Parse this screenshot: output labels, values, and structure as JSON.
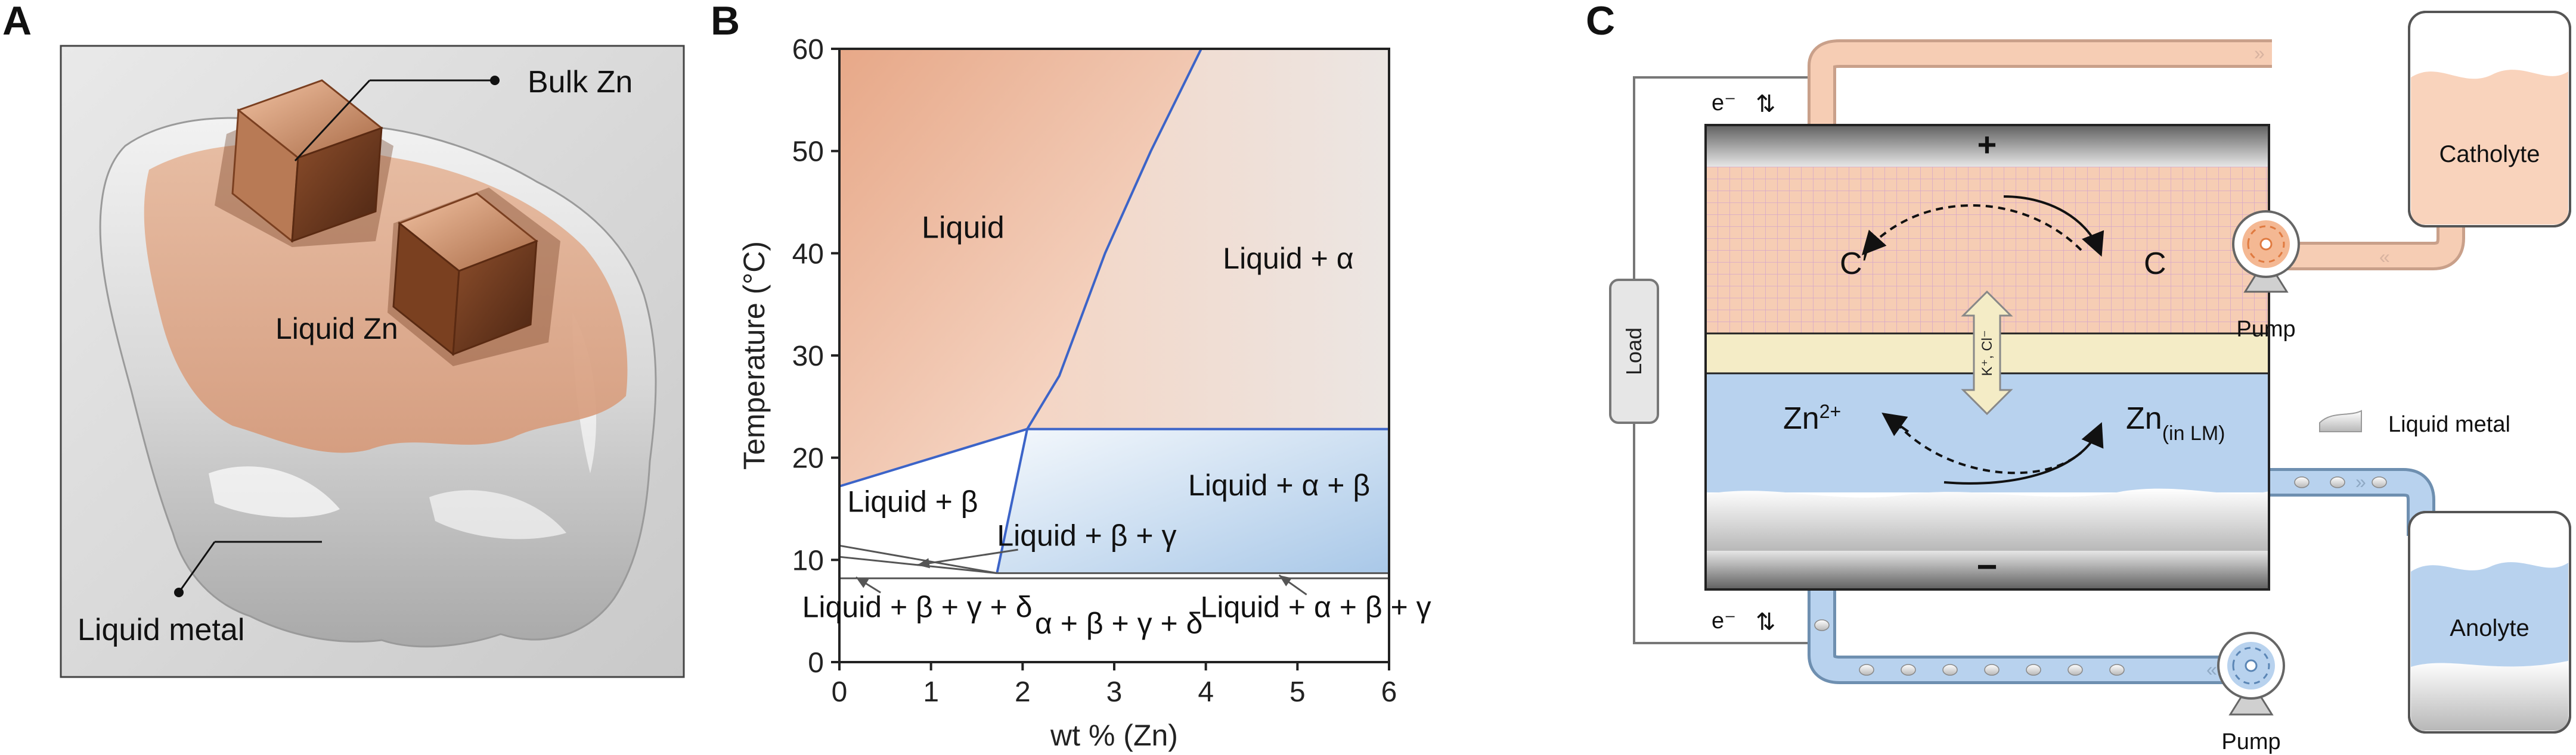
{
  "panel_a": {
    "letter": "A",
    "labels": {
      "bulk_zn": "Bulk Zn",
      "liquid_zn": "Liquid Zn",
      "liquid_metal": "Liquid metal"
    }
  },
  "panel_b": {
    "letter": "B",
    "region_labels": {
      "liquid": "Liquid",
      "liquid_alpha": "Liquid + α",
      "liquid_beta": "Liquid + β",
      "liquid_alpha_beta": "Liquid + α + β",
      "liquid_beta_gamma": "Liquid + β + γ",
      "liquid_beta_gamma_delta": "Liquid + β + γ + δ",
      "alpha_beta_gamma_delta": "α + β + γ + δ",
      "liquid_alpha_beta_gamma": "Liquid + α + β + γ"
    }
  },
  "panel_c": {
    "letter": "C",
    "labels": {
      "catholyte": "Catholyte",
      "anolyte": "Anolyte",
      "pump_top": "Pump",
      "pump_bottom": "Pump",
      "load": "Load",
      "liquid_metal_legend": "Liquid metal",
      "plus": "+",
      "minus": "−",
      "c_prime": "C′",
      "c": "C",
      "zn2_base": "Zn",
      "zn2_sup": "2+",
      "zn_lm_base": "Zn",
      "zn_lm_sub": "(in LM)",
      "electron_top": "e⁻",
      "electron_bottom": "e⁻",
      "ions": "K⁺, Cl⁻"
    }
  },
  "chart_data": {
    "type": "phase-diagram",
    "xlabel": "wt % (Zn)",
    "ylabel": "Temperature (°C)",
    "xlim": [
      0,
      6
    ],
    "ylim": [
      0,
      60
    ],
    "xticks": [
      "0",
      "1",
      "2",
      "3",
      "4",
      "5",
      "6"
    ],
    "yticks": [
      "0",
      "10",
      "20",
      "30",
      "40",
      "50",
      "60"
    ],
    "grid": false,
    "boundaries": [
      {
        "name": "liquidus-beta",
        "points": [
          [
            0,
            17.2
          ],
          [
            2.05,
            22.8
          ]
        ]
      },
      {
        "name": "liquidus-alpha",
        "points": [
          [
            2.05,
            22.8
          ],
          [
            2.4,
            28
          ],
          [
            2.9,
            40
          ],
          [
            3.4,
            50
          ],
          [
            3.95,
            60
          ]
        ]
      },
      {
        "name": "eutectic-line",
        "points": [
          [
            2.05,
            22.8
          ],
          [
            6,
            22.8
          ]
        ]
      },
      {
        "name": "alpha-beta-boundary",
        "points": [
          [
            2.05,
            22.8
          ],
          [
            1.72,
            8.7
          ]
        ]
      },
      {
        "name": "peritectic-line",
        "points": [
          [
            1.72,
            8.7
          ],
          [
            6,
            8.7
          ]
        ]
      },
      {
        "name": "solid-line",
        "points": [
          [
            0,
            8.2
          ],
          [
            6,
            8.2
          ]
        ]
      },
      {
        "name": "beta-gamma-line-1",
        "points": [
          [
            0,
            11.4
          ],
          [
            1.72,
            8.7
          ]
        ]
      },
      {
        "name": "beta-gamma-line-2",
        "points": [
          [
            0,
            10.3
          ],
          [
            1.72,
            8.7
          ]
        ]
      }
    ],
    "regions": [
      "Liquid",
      "Liquid + α",
      "Liquid + β",
      "Liquid + α + β",
      "Liquid + β + γ",
      "Liquid + β + γ + δ",
      "α + β + γ + δ",
      "Liquid + α + β + γ"
    ]
  }
}
